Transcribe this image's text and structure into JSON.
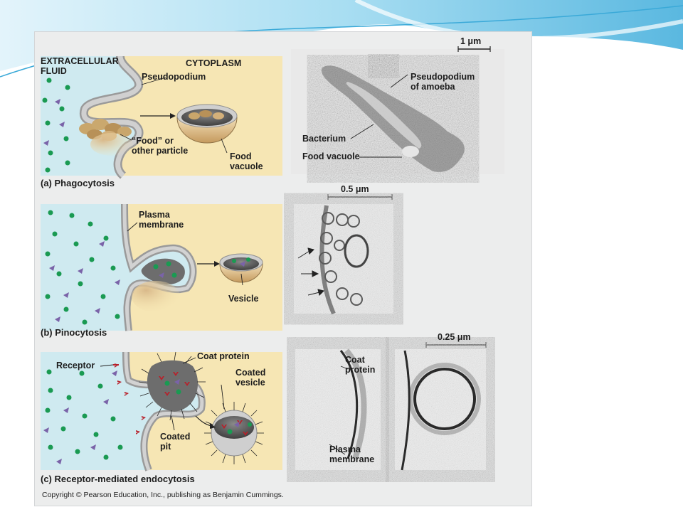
{
  "slide": {
    "colors": {
      "background": "#ffffff",
      "wave_light": "#cfeaf6",
      "wave_mid": "#8fd2ee",
      "wave_dark": "#3aa9d8"
    }
  },
  "figure": {
    "colors": {
      "extracellular": "#cfeaf0",
      "cytoplasm": "#f6e6b4",
      "membrane": "#c9c9c9",
      "particle": "#1a9a52",
      "solute": "#7a63a8",
      "receptor": "#b8202a",
      "food": "#c9a66b"
    },
    "phagocytosis": {
      "region_left": "EXTRACELLULAR\nFLUID",
      "region_right": "CYTOPLASM",
      "pseudopodium": "Pseudopodium",
      "food_particle": "“Food” or\nother particle",
      "food_vacuole": "Food\nvacuole",
      "caption": "(a) Phagocytosis",
      "micrograph": {
        "scale": "1 μm",
        "pseudopodium": "Pseudopodium\nof amoeba",
        "bacterium": "Bacterium",
        "food_vacuole": "Food vacuole"
      }
    },
    "pinocytosis": {
      "plasma_membrane": "Plasma\nmembrane",
      "vesicle": "Vesicle",
      "caption": "(b) Pinocytosis",
      "micrograph": {
        "scale": "0.5 μm"
      }
    },
    "receptor_mediated": {
      "receptor": "Receptor",
      "coat_protein": "Coat protein",
      "coated_vesicle": "Coated\nvesicle",
      "coated_pit": "Coated\npit",
      "caption": "(c) Receptor-mediated endocytosis",
      "micrograph_left": {
        "coat_protein": "Coat\nprotein",
        "plasma_membrane": "Plasma\nmembrane"
      },
      "micrograph_right": {
        "scale": "0.25 μm"
      }
    },
    "copyright": "Copyright © Pearson Education, Inc., publishing as Benjamin Cummings."
  }
}
